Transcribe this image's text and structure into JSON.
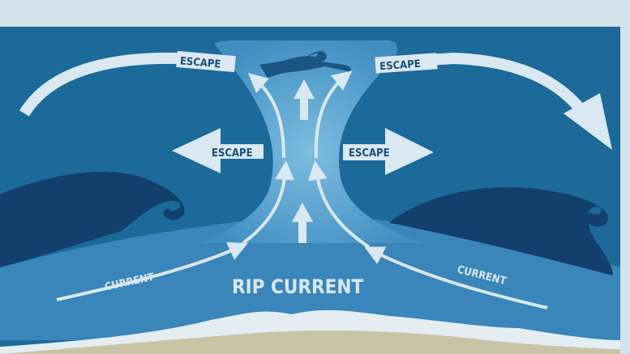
{
  "sign": {
    "title": "RIP CURRENT",
    "escape_labels": [
      "ESCAPE",
      "ESCAPE",
      "ESCAPE",
      "ESCAPE"
    ],
    "current_labels": [
      "CURRENT",
      "CURRENT"
    ]
  },
  "colors": {
    "deep_water": "#1b6a9a",
    "rip_channel": "#5aa3cf",
    "shallow_water": "#3a86ba",
    "wave": "#123f6c",
    "arrow": "#d9e8f1",
    "sand": "#c9c4a6",
    "foam": "#e4edf2"
  }
}
